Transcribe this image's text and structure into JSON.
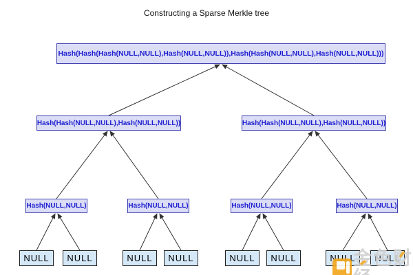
{
  "title": "Constructing a Sparse Merkle tree",
  "colors": {
    "hash_box_fill": "#dbddf6",
    "hash_box_border": "#3e3eae",
    "hash_text": "#1f1fd0",
    "leaf_box_fill": "#d4e8f8",
    "leaf_box_border": "#222222",
    "leaf_text": "#000000",
    "edge": "#333333",
    "watermark_gold": "#f2a71f"
  },
  "tree": {
    "root": {
      "label": "Hash(Hash(Hash(NULL,NULL),Hash(NULL,NULL)),Hash(Hash(NULL,NULL),Hash(NULL,NULL)))"
    },
    "level2": [
      {
        "label": "Hash(Hash(NULL,NULL),Hash(NULL,NULL))"
      },
      {
        "label": "Hash(Hash(NULL,NULL),Hash(NULL,NULL))"
      }
    ],
    "level3": [
      {
        "label": "Hash(NULL,NULL)"
      },
      {
        "label": "Hash(NULL,NULL)"
      },
      {
        "label": "Hash(NULL,NULL)"
      },
      {
        "label": "Hash(NULL,NULL)"
      }
    ],
    "leaves": [
      "NULL",
      "NULL",
      "NULL",
      "NULL",
      "NULL",
      "NULL",
      "NULL",
      "NULL"
    ]
  },
  "watermark": {
    "logo": "jinse-gold-logo",
    "text": "金色财经"
  }
}
